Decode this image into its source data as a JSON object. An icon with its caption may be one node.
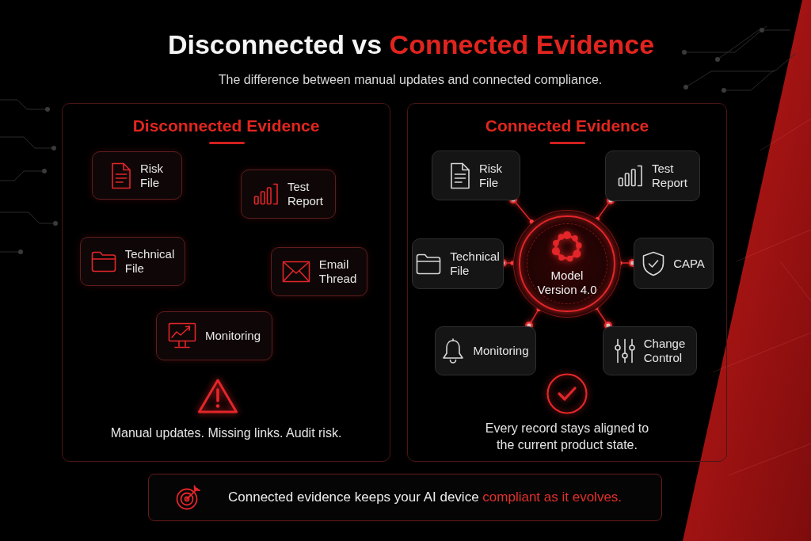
{
  "diagram": {
    "title": "Disconnected vs **Connected Evidence**",
    "nodes": [
      {
        "text": [
          "Disconnected Evidence",
          "Manual updates. Missing links. Audit risk."
        ]
      },
      {
        "text": [
          "Risk File"
        ],
        "in": 0
      },
      {
        "text": [
          "Test Report"
        ],
        "in": 0
      },
      {
        "text": [
          "Technical File"
        ],
        "in": 0
      },
      {
        "text": [
          "Email Thread"
        ],
        "in": 0
      },
      {
        "text": [
          "Monitoring"
        ],
        "in": 0
      },
      {
        "text": [
          "Connected Evidence",
          "Every record stays aligned to the current product state."
        ]
      },
      {
        "text": [
          "Risk File"
        ],
        "in": 6
      },
      {
        "text": [
          "Test Report"
        ],
        "in": 6
      },
      {
        "text": [
          "Technical File"
        ],
        "in": 6
      },
      {
        "text": [
          "Model Version 4.0"
        ],
        "in": 6
      },
      {
        "text": [
          "CAPA"
        ],
        "in": 6
      },
      {
        "text": [
          "Monitoring"
        ],
        "in": 6
      },
      {
        "text": [
          "Change Control"
        ],
        "in": 6
      },
      {
        "text": [
          "Connected evidence keeps your AI device **compliant as it evolves.**"
        ]
      }
    ],
    "edges": [
      {
        "from": 10,
        "to": 7,
        "arrow": "other"
      },
      {
        "from": 10,
        "to": 8,
        "arrow": "other"
      },
      {
        "from": 10,
        "to": 9,
        "arrow": "other"
      },
      {
        "from": 10,
        "to": 11,
        "arrow": "other"
      },
      {
        "from": 10,
        "to": 12,
        "arrow": "other"
      },
      {
        "from": 10,
        "to": 13,
        "arrow": "other"
      }
    ],
    "labels": [
      "The difference between manual updates and connected compliance."
    ]
  }
}
